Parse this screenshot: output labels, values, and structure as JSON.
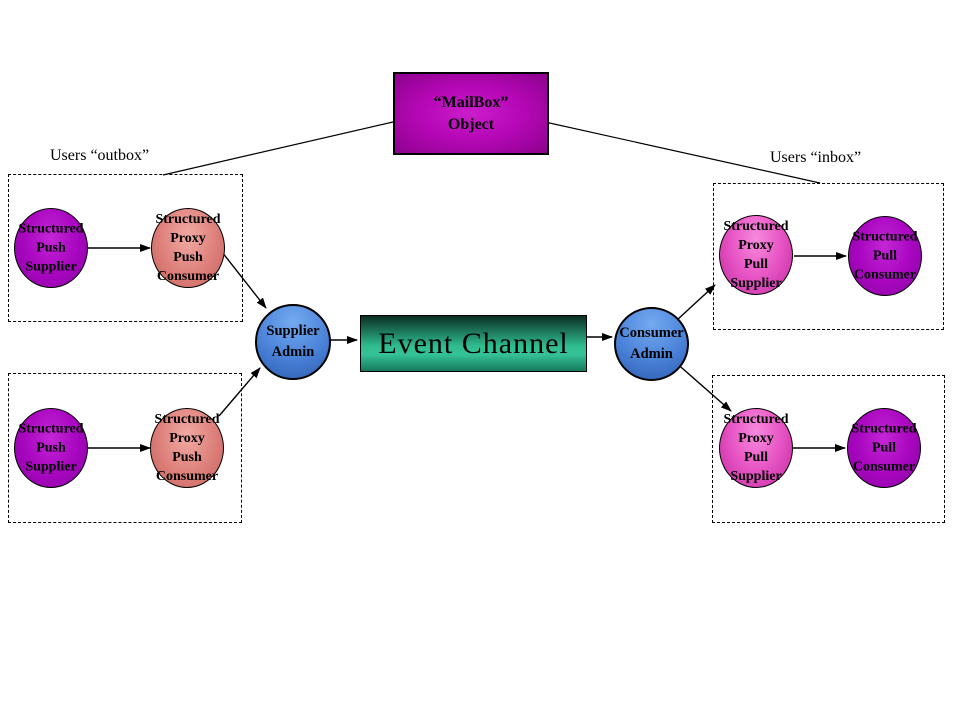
{
  "diagram": {
    "mailbox_label": "“MailBox”\nObject",
    "outbox_label": "Users “outbox”",
    "inbox_label": "Users “inbox”",
    "event_channel_label": "Event Channel",
    "supplier_admin_label": "Supplier\nAdmin",
    "consumer_admin_label": "Consumer\nAdmin",
    "nodes": {
      "push_supplier_top": "Structured\nPush\nSupplier",
      "proxy_push_consumer_top": "Structured\nProxy\nPush\nConsumer",
      "push_supplier_bottom": "Structured\nPush\nSupplier",
      "proxy_push_consumer_bottom": "Structured\nProxy\nPush\nConsumer",
      "proxy_pull_supplier_top": "Structured\nProxy\nPull\nSupplier",
      "pull_consumer_top": "Structured\nPull\nConsumer",
      "proxy_pull_supplier_bottom": "Structured\nProxy\nPull\nSupplier",
      "pull_consumer_bottom": "Structured\nPull\nConsumer"
    },
    "colors": {
      "background": "#ffffff",
      "mailbox_fill": "#b708b7",
      "purple_node_fill": "#a907c0",
      "salmon_node_fill": "#dd7f7a",
      "pink_node_fill": "#e754c4",
      "admin_circle_fill": "#4a82d8",
      "event_channel_fill": "#2fbd90",
      "line_color": "#000000"
    }
  }
}
